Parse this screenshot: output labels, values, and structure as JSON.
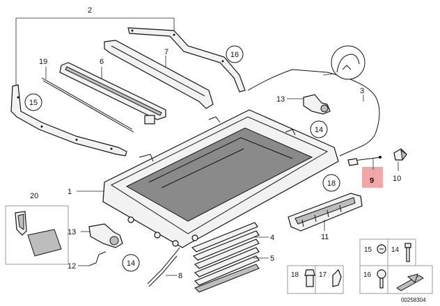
{
  "diagram": {
    "callouts": {
      "c1": "1",
      "c2": "2",
      "c3": "3",
      "c4": "4",
      "c5": "5",
      "c6": "6",
      "c7": "7",
      "c8": "8",
      "c9": "9",
      "c10": "10",
      "c11": "11",
      "c12": "12",
      "c13a": "13",
      "c13b": "13",
      "c14a": "14",
      "c14b": "14",
      "c15": "15",
      "c16": "16",
      "c17": "17",
      "c18": "18",
      "c19": "19",
      "c20": "20"
    },
    "highlight_color": "#f3a6a6",
    "fastener_table": {
      "t15": "15",
      "t14": "14",
      "t18": "18",
      "t17": "17",
      "t16": "16"
    },
    "catalog_number": "00258304"
  }
}
